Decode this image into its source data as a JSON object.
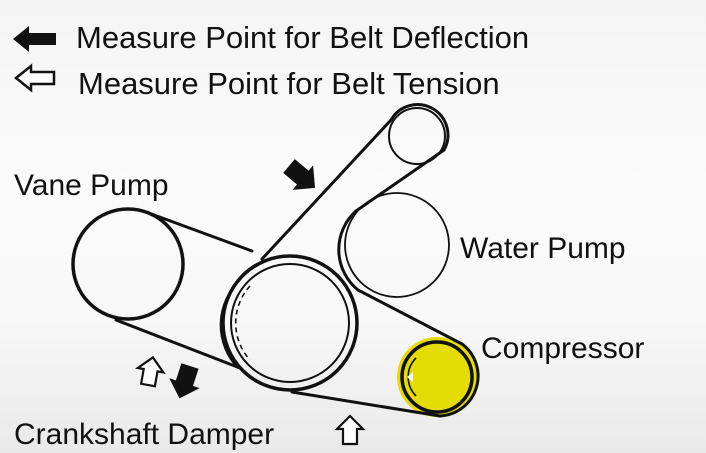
{
  "legend": {
    "deflection_label": "Measure Point for Belt Deflection",
    "tension_label": "Measure Point for Belt Tension"
  },
  "parts": {
    "vane_pump": "Vane Pump",
    "water_pump": "Water Pump",
    "compressor": "Compressor",
    "crankshaft_damper": "Crankshaft Damper"
  },
  "icons": {
    "deflection": "solid-arrow-icon",
    "tension": "outline-arrow-icon"
  },
  "colors": {
    "belt": "#111111",
    "highlight": "#e3dc05"
  }
}
